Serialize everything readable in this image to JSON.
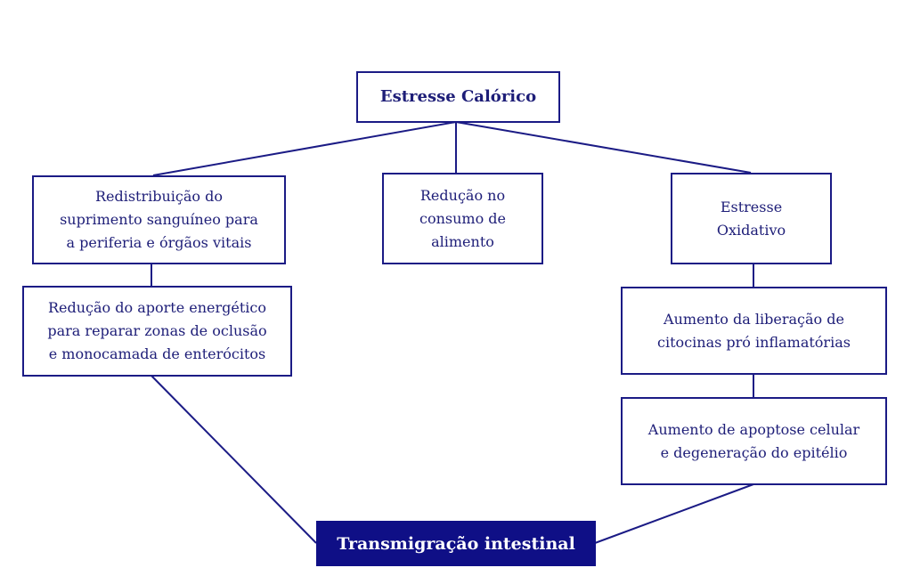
{
  "colors": {
    "accent": "#1b1b85",
    "filled": "#0f0f86",
    "text": "#1e1e78"
  },
  "nodes": {
    "root": "Estresse Calórico",
    "redistribution": "Redistribuição do\nsuprimento sanguíneo para\na periferia e órgãos vitais",
    "food_reduction": "Redução no\nconsumo de\nalimento",
    "oxidative": "Estresse\nOxidativo",
    "energy_reduction": "Redução do aporte energético\npara reparar zonas de oclusão\ne monocamada de enterócitos",
    "cytokines": "Aumento da liberação de\ncitocinas pró inflamatórias",
    "apoptosis": "Aumento de apoptose celular\ne degeneração do epitélio",
    "outcome": "Transmigração intestinal"
  }
}
